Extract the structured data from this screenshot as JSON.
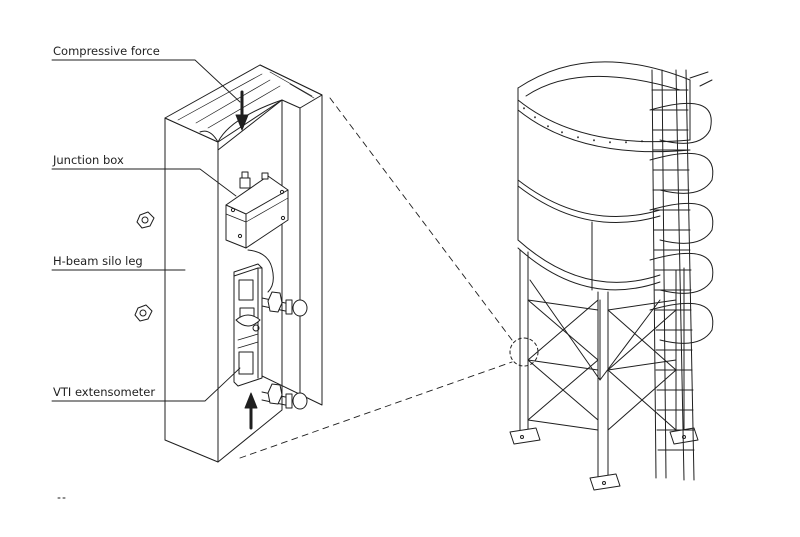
{
  "labels": {
    "compressive_force": "Compressive force",
    "junction_box": "Junction box",
    "h_beam": "H-beam silo leg",
    "extensometer": "VTI extensometer"
  },
  "colors": {
    "ink": "#1f1f1f",
    "background": "#ffffff"
  }
}
